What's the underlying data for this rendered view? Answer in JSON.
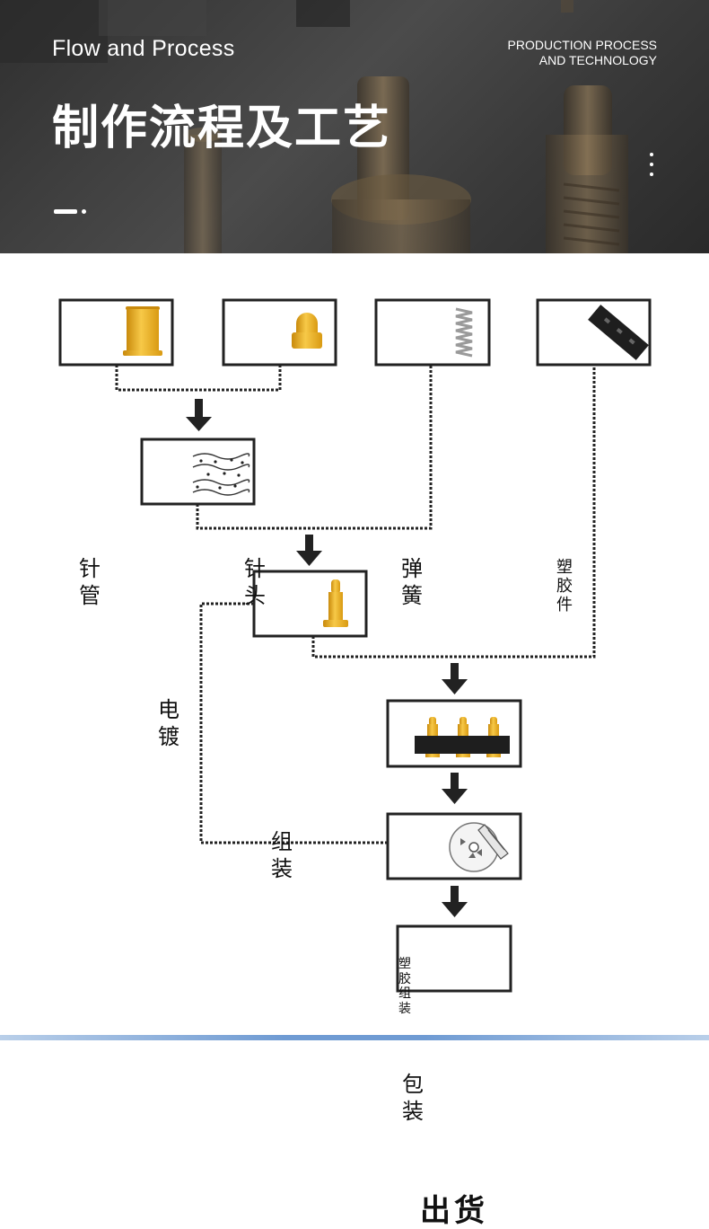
{
  "header": {
    "subtitle_en": "Flow and Process",
    "title_cn": "制作流程及工艺",
    "tag_line1": "PRODUCTION PROCESS",
    "tag_line2": "AND TECHNOLOGY"
  },
  "flow": {
    "pin_tube": [
      "针",
      "管"
    ],
    "pin_head": [
      "针",
      "头"
    ],
    "spring": [
      "弹",
      "簧"
    ],
    "plastic": [
      "塑",
      "胶",
      "件"
    ],
    "plating": [
      "电",
      "镀"
    ],
    "assembly": [
      "组",
      "装"
    ],
    "plastic_assembly": [
      "塑",
      "胶",
      "组",
      "装"
    ],
    "packing": [
      "包",
      "装"
    ],
    "shipping": "出货"
  },
  "colors": {
    "gold": "#e8a816",
    "gold_light": "#f7c948",
    "line": "#222222",
    "plastic": "#1e1e1e"
  }
}
